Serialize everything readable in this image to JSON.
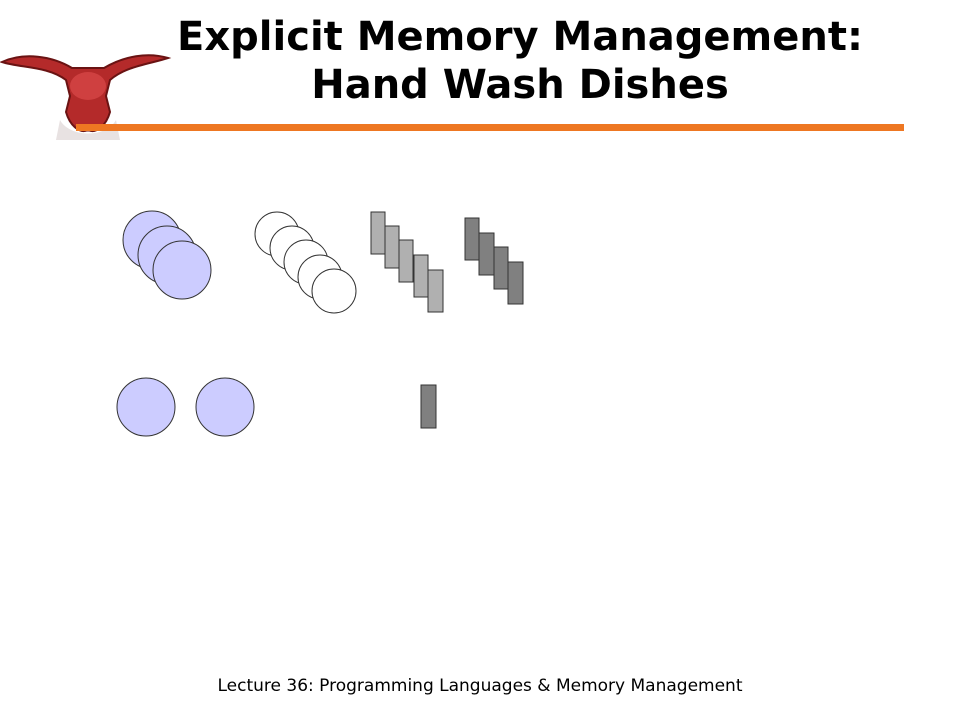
{
  "slide": {
    "title_line1": "Explicit Memory Management:",
    "title_line2": "Hand Wash Dishes",
    "footer": "Lecture 36: Programming Languages & Memory Management",
    "logo": "longhorn-icon",
    "colors": {
      "accent_bar": "#ee7722",
      "plate_fill": "#ccccff",
      "plate_white": "#ffffff",
      "light_gray": "#b0b0b0",
      "dark_gray": "#808080",
      "logo_red": "#b42a2a"
    }
  }
}
